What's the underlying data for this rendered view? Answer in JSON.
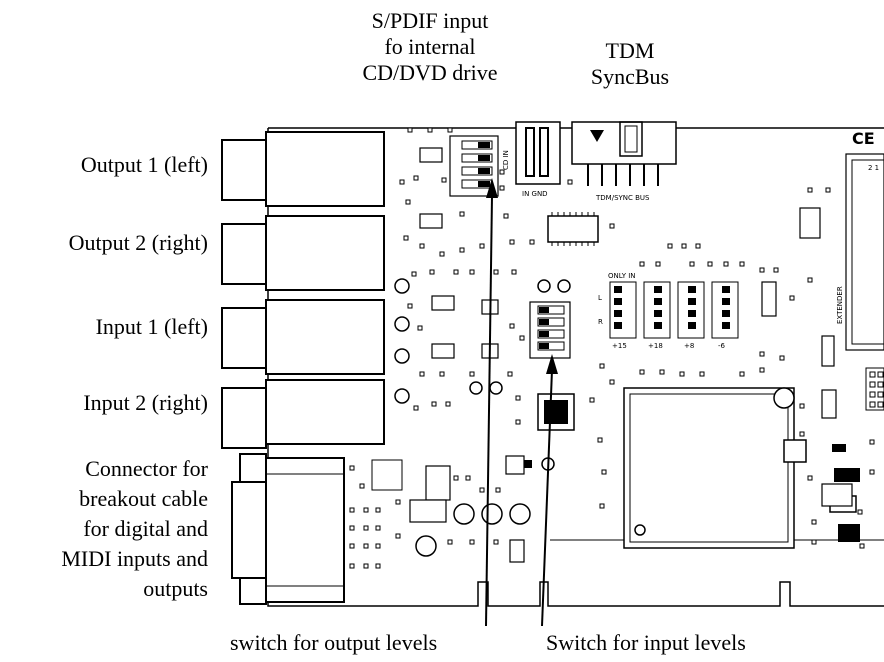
{
  "top_labels": {
    "spdif_line1": "S/PDIF input",
    "spdif_line2": "fo internal",
    "spdif_line3": "CD/DVD drive",
    "tdm_line1": "TDM",
    "tdm_line2": "SyncBus"
  },
  "left_labels": {
    "output1": "Output 1 (left)",
    "output2": "Output 2 (right)",
    "input1": "Input 1 (left)",
    "input2": "Input 2 (right)",
    "connector_line1": "Connector for",
    "connector_line2": "breakout cable",
    "connector_line3": "for digital and",
    "connector_line4": "MIDI inputs and",
    "connector_line5": "outputs"
  },
  "bottom_labels": {
    "output_levels": "switch for output levels",
    "input_levels": "Switch for input levels"
  },
  "board_text": {
    "ce_mark": "CE",
    "cd_in": "CD IN",
    "in_gnd": "IN  GND",
    "tdm_sync_bus": "TDM/SYNC BUS",
    "extender": "EXTENDER",
    "only_in": "ONLY IN",
    "level_l": "L",
    "level_r": "R",
    "levels": [
      "+15",
      "+18",
      "+8",
      "-6"
    ],
    "header_pins": "2  1"
  }
}
